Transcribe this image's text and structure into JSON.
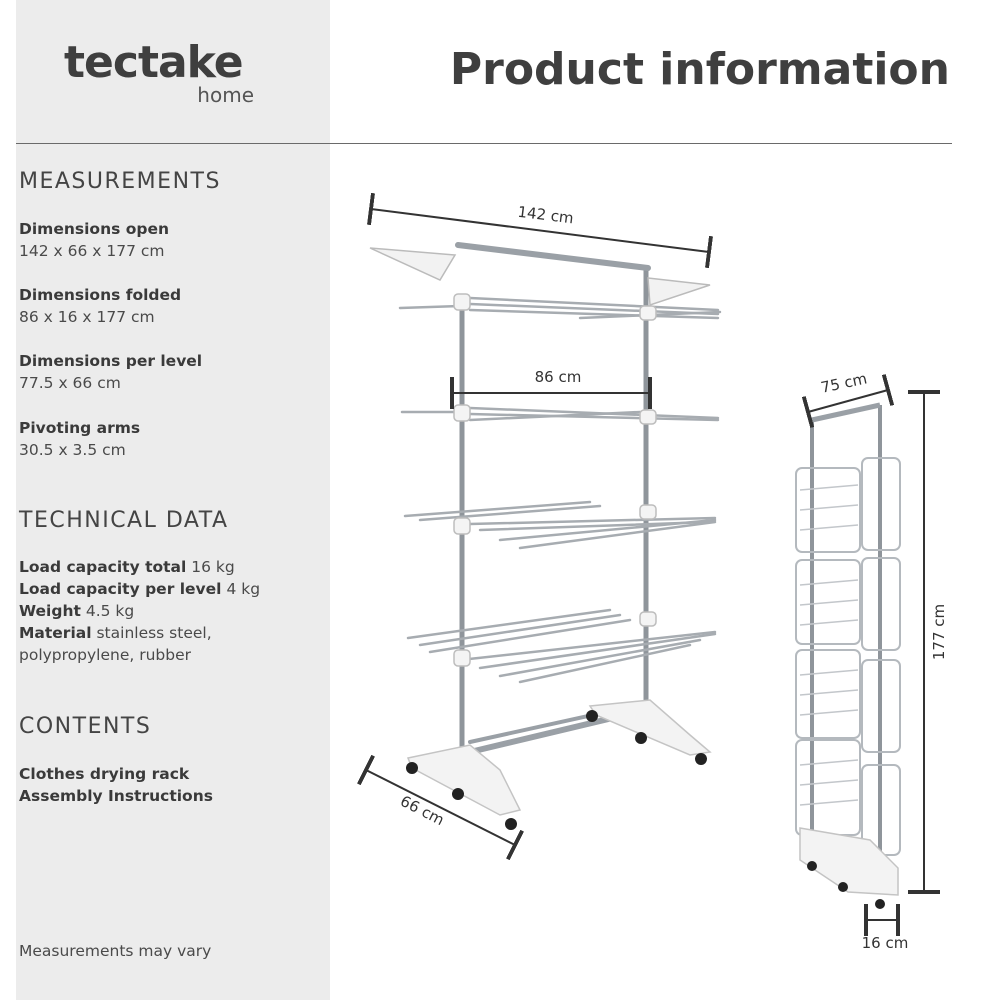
{
  "brand": {
    "name": "tectake",
    "sub": "home"
  },
  "page_title": "Product information",
  "sections": {
    "measurements": {
      "heading": "MEASUREMENTS",
      "items": [
        {
          "label": "Dimensions open",
          "value": "142 x 66 x 177 cm"
        },
        {
          "label": "Dimensions folded",
          "value": "86 x 16 x 177 cm"
        },
        {
          "label": "Dimensions per level",
          "value": "77.5 x 66 cm"
        },
        {
          "label": "Pivoting arms",
          "value": "30.5 x 3.5 cm"
        }
      ]
    },
    "technical": {
      "heading": "TECHNICAL DATA",
      "items": [
        {
          "label": "Load capacity total",
          "value": "16 kg"
        },
        {
          "label": "Load capacity per level",
          "value": "4 kg"
        },
        {
          "label": "Weight",
          "value": "4.5 kg"
        },
        {
          "label": "Material",
          "value": "stainless steel,",
          "value2": "polypropylene, rubber"
        }
      ]
    },
    "contents": {
      "heading": "CONTENTS",
      "items": [
        "Clothes drying rack",
        "Assembly Instructions"
      ]
    }
  },
  "footnote": "Measurements may vary",
  "diagram_labels": {
    "width_open": "142 cm",
    "width_level": "86 cm",
    "depth_open": "66 cm",
    "width_folded": "75 cm",
    "height": "177 cm",
    "depth_folded": "16 cm"
  },
  "colors": {
    "sidebar": "#ececec",
    "text": "#3a3a3a",
    "rule": "#6a6a6a",
    "steel": "#9aa0a6"
  }
}
